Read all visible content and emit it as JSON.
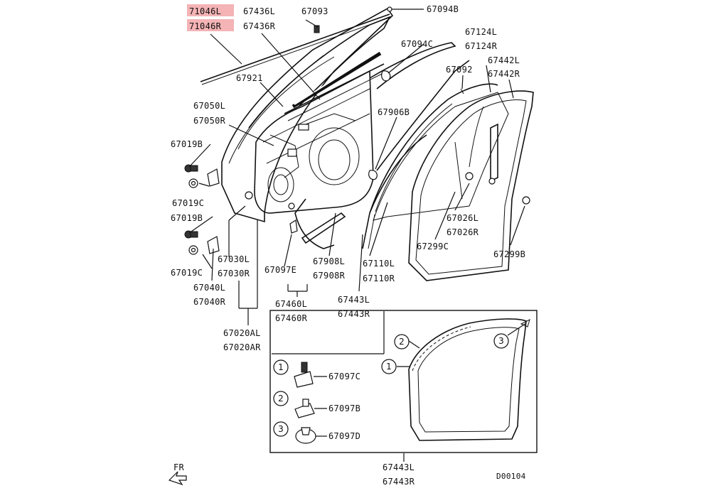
{
  "highlight_color": "#f4b3b5",
  "labels": {
    "p71046l": "71046L",
    "p71046r": "71046R",
    "p67436l": "67436L",
    "p67436r": "67436R",
    "p67093": "67093",
    "p67094b": "67094B",
    "p67094c": "67094C",
    "p67124l": "67124L",
    "p67124r": "67124R",
    "p67442l": "67442L",
    "p67442r": "67442R",
    "p67092": "67092",
    "p67921": "67921",
    "p67050l": "67050L",
    "p67050r": "67050R",
    "p67906b": "67906B",
    "p67019b_1": "67019B",
    "p67019c_1": "67019C",
    "p67019b_2": "67019B",
    "p67019c_2": "67019C",
    "p67030l": "67030L",
    "p67030r": "67030R",
    "p67040l": "67040L",
    "p67040r": "67040R",
    "p67097e": "67097E",
    "p67908l": "67908L",
    "p67908r": "67908R",
    "p67110l": "67110L",
    "p67110r": "67110R",
    "p67026l": "67026L",
    "p67026r": "67026R",
    "p67299c": "67299C",
    "p67299b": "67299B",
    "p67443l_top": "67443L",
    "p67443r_top": "67443R",
    "p67460l": "67460L",
    "p67460r": "67460R",
    "p67020al": "67020AL",
    "p67020ar": "67020AR",
    "p67097c": "67097C",
    "p67097b": "67097B",
    "p67097d": "67097D",
    "p67443l_bot": "67443L",
    "p67443r_bot": "67443R",
    "fr": "FR",
    "code": "D00104"
  },
  "callouts": {
    "c1": "1",
    "c2": "2",
    "c3": "3",
    "k1": "1",
    "k2": "2",
    "k3": "3"
  }
}
